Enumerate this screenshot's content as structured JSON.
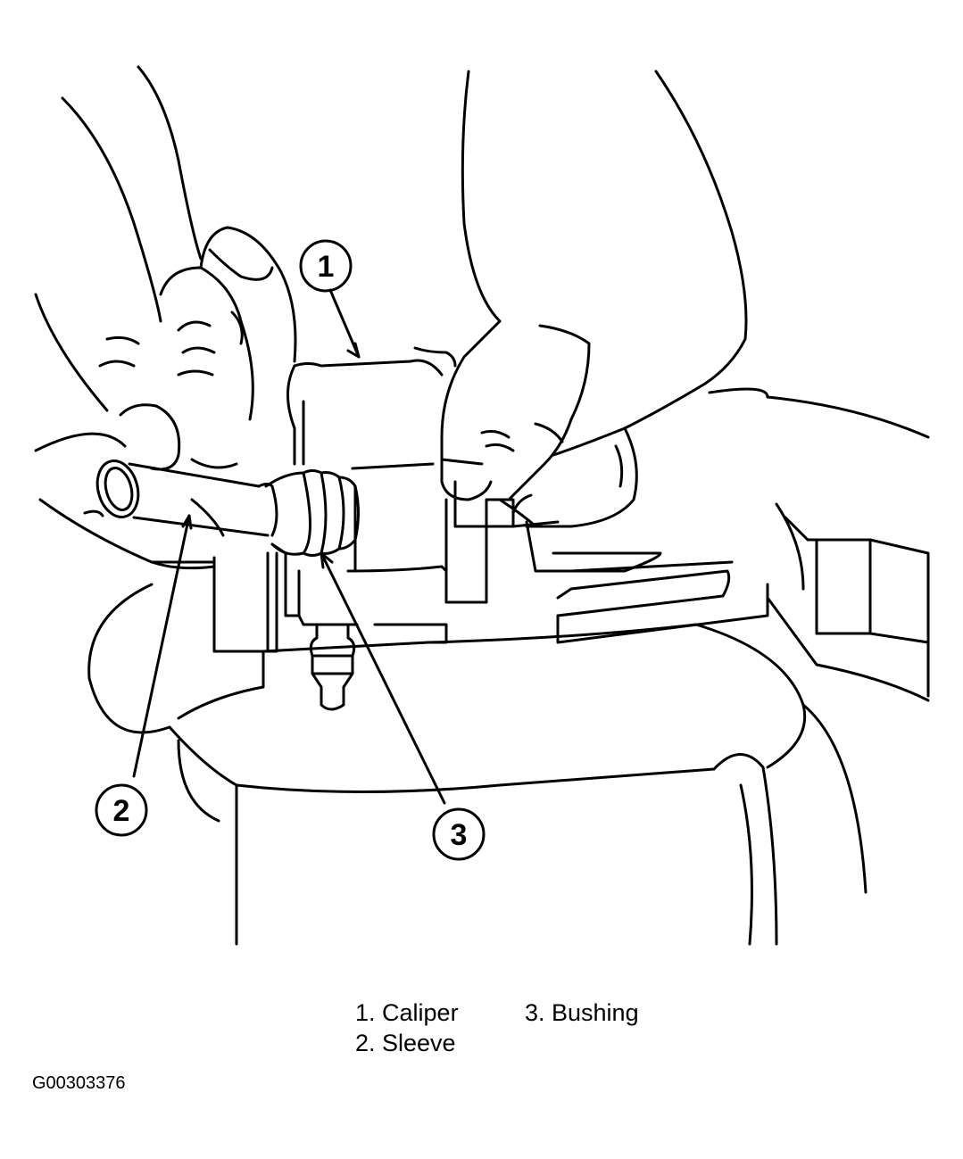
{
  "callouts": [
    {
      "number": "1"
    },
    {
      "number": "2"
    },
    {
      "number": "3"
    }
  ],
  "legend": [
    {
      "text": "1. Caliper"
    },
    {
      "text": "2. Sleeve"
    },
    {
      "text": "3. Bushing"
    }
  ],
  "figure_id": "G00303376"
}
